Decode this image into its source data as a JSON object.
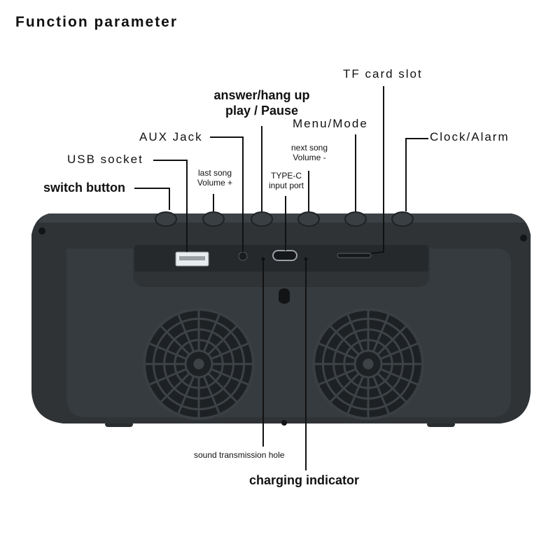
{
  "title": "Function parameter",
  "callouts": {
    "tf_card_slot": "TF card slot",
    "answer_hang_up": "answer/hang up",
    "play_pause": "play / Pause",
    "menu_mode": "Menu/Mode",
    "aux_jack": "AUX Jack",
    "next_song": "next song",
    "volume_minus": "Volume -",
    "clock_alarm": "Clock/Alarm",
    "usb_socket": "USB socket",
    "last_song": "last song",
    "volume_plus": "Volume +",
    "type_c": "TYPE-C",
    "input_port": "input port",
    "switch_button": "switch button",
    "sound_transmission_hole": "sound transmission hole",
    "charging_indicator": "charging indicator"
  },
  "colors": {
    "body": "#2f3336",
    "panel": "#353a3d",
    "grille": "#1e2124"
  }
}
